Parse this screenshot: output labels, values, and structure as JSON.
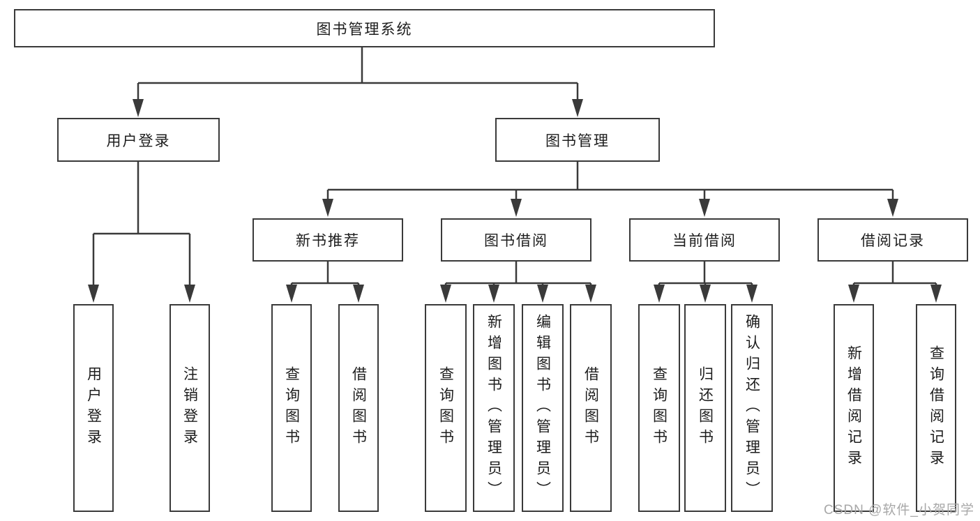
{
  "diagram": {
    "root": {
      "label": "图书管理系统"
    },
    "level2": [
      {
        "label": "用户登录"
      },
      {
        "label": "图书管理"
      }
    ],
    "level3": [
      {
        "label": "新书推荐"
      },
      {
        "label": "图书借阅"
      },
      {
        "label": "当前借阅"
      },
      {
        "label": "借阅记录"
      }
    ],
    "leaves": {
      "user_login": [
        "用户登录",
        "注销登录"
      ],
      "new_book": [
        "查询图书",
        "借阅图书"
      ],
      "book_borrow": [
        "查询图书",
        "新增图书（管理员）",
        "编辑图书（管理员）",
        "借阅图书"
      ],
      "current_borrow": [
        "查询图书",
        "归还图书",
        "确认归还（管理员）"
      ],
      "borrow_record": [
        "新增借阅记录",
        "查询借阅记录"
      ]
    },
    "watermark": "CSDN @软件_小贺同学",
    "colors": {
      "line": "#3a3a3a",
      "text": "#1d1d1d",
      "watermark": "#a8a8a8",
      "background": "#ffffff"
    }
  }
}
